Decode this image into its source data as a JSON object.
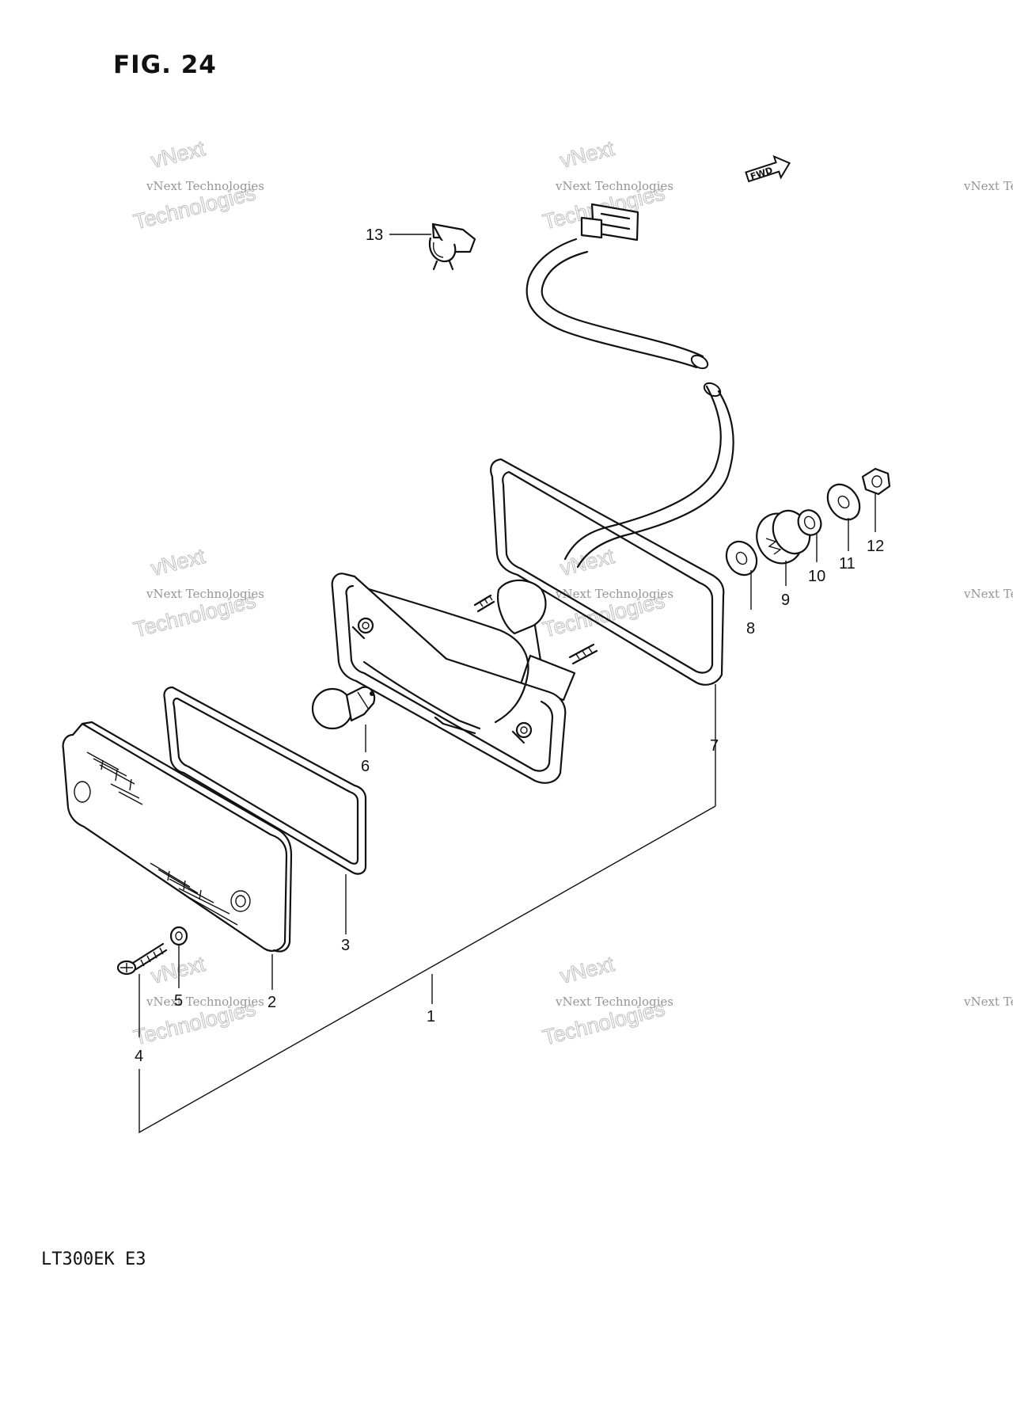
{
  "figure": {
    "title": "FIG. 24",
    "model_code": "LT300EK  E3",
    "fwd_label": "FWD"
  },
  "callouts": [
    {
      "id": "callout-1",
      "text": "1"
    },
    {
      "id": "callout-2",
      "text": "2"
    },
    {
      "id": "callout-3",
      "text": "3"
    },
    {
      "id": "callout-4",
      "text": "4"
    },
    {
      "id": "callout-5",
      "text": "5"
    },
    {
      "id": "callout-6",
      "text": "6"
    },
    {
      "id": "callout-7",
      "text": "7"
    },
    {
      "id": "callout-8",
      "text": "8"
    },
    {
      "id": "callout-9",
      "text": "9"
    },
    {
      "id": "callout-10",
      "text": "10"
    },
    {
      "id": "callout-11",
      "text": "11"
    },
    {
      "id": "callout-12",
      "text": "12"
    },
    {
      "id": "callout-13",
      "text": "13"
    }
  ],
  "watermark": {
    "line1": "vNext Technologies",
    "line2": "vNext",
    "line3": "Technologies"
  }
}
